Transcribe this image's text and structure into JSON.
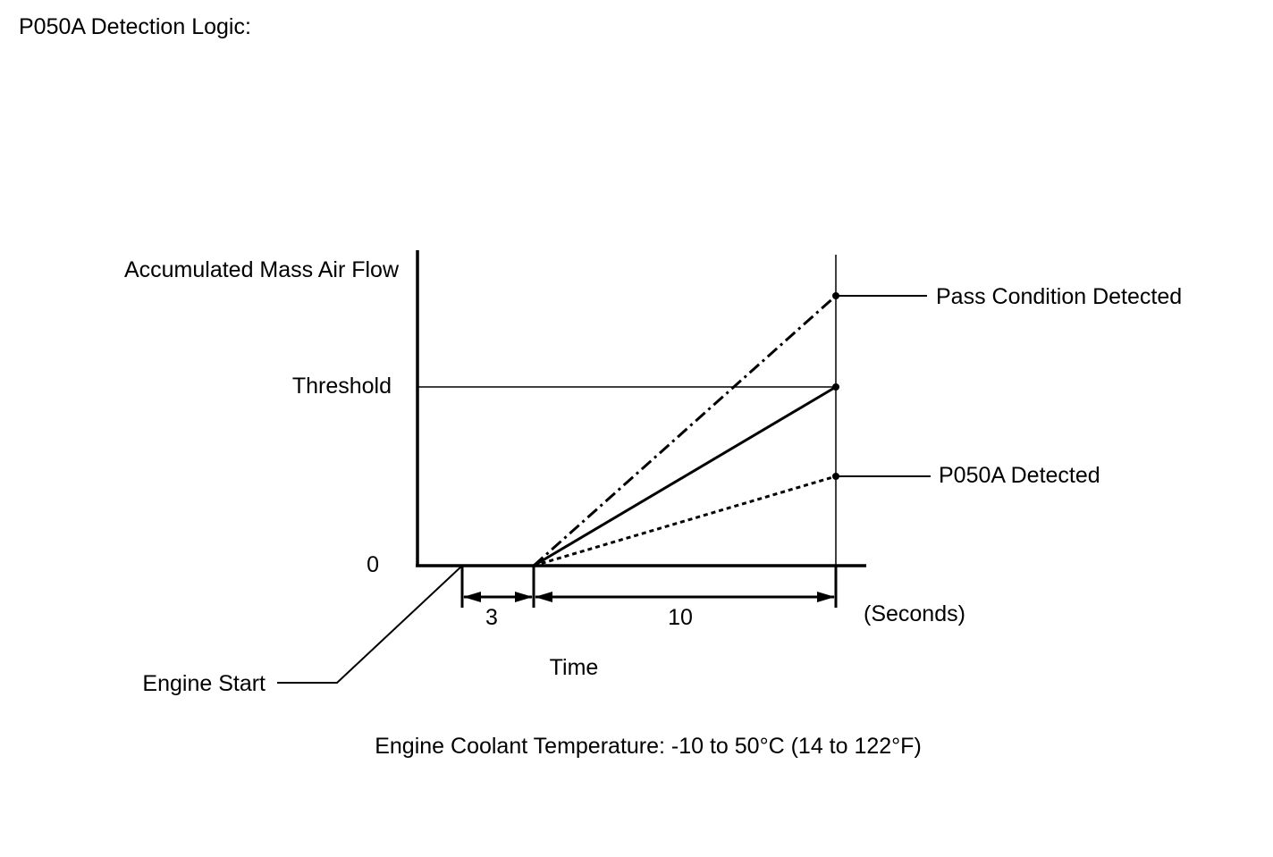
{
  "title": "P050A Detection Logic:",
  "diagram": {
    "y_axis_label": "Accumulated Mass Air Flow",
    "threshold_label": "Threshold",
    "zero_label": "0",
    "x_axis_label": "Time",
    "time_unit": "(Seconds)",
    "interval_1": "3",
    "interval_2": "10",
    "engine_start_label": "Engine Start",
    "pass_label": "Pass Condition Detected",
    "fail_label": "P050A Detected",
    "condition_note": "Engine Coolant Temperature: -10 to 50°C (14 to 122°F)"
  },
  "lines": [
    {
      "style": "dash-dot"
    },
    {
      "style": "solid"
    },
    {
      "style": "dotted"
    }
  ]
}
